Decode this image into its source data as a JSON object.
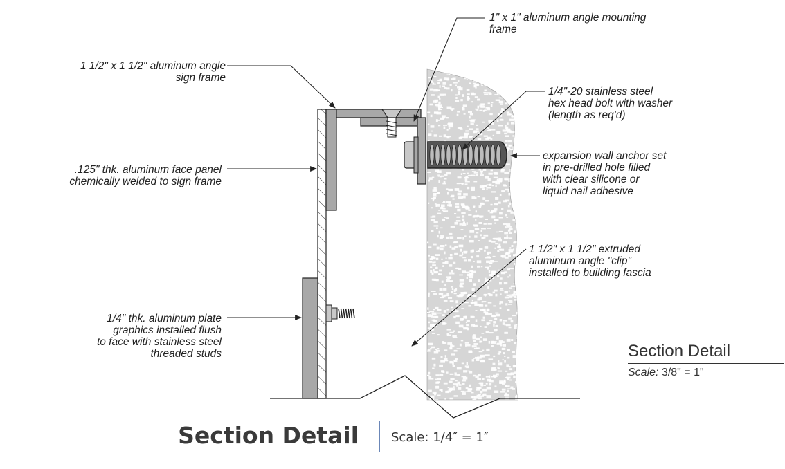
{
  "drawing": {
    "labels": {
      "sign_frame": [
        "1 1/2\" x 1 1/2\" aluminum angle",
        "sign frame"
      ],
      "face_panel": [
        ".125\" thk. aluminum face panel",
        "chemically welded to sign frame"
      ],
      "plate": [
        "1/4\" thk. aluminum plate",
        "graphics installed flush",
        "to face with stainless steel",
        "threaded studs"
      ],
      "mount_frame": [
        "1\" x 1\" aluminum angle mounting",
        "frame"
      ],
      "bolt": [
        "1/4\"-20 stainless steel",
        "hex head bolt with washer",
        "(length as req'd)"
      ],
      "anchor": [
        "expansion wall anchor set",
        "in pre-drilled hole filled",
        "with clear silicone or",
        "liquid nail adhesive"
      ],
      "clip": [
        "1 1/2\" x 1 1/2\" extruded",
        "aluminum angle \"clip\"",
        "installed to building fascia"
      ]
    },
    "colors": {
      "metal": "#a8a8a8",
      "metal_light": "#c8c8c8",
      "line": "#222222",
      "wall_fill": "#d6d6d6",
      "wall_speckle": "#ffffff",
      "divider": "#6b87b8"
    }
  },
  "detail_box": {
    "title": "Section Detail",
    "scale_label": "Scale:",
    "scale_value": "3/8\" = 1\""
  },
  "footer": {
    "title": "Section Detail",
    "scale": "Scale: 1/4″ =  1″"
  }
}
